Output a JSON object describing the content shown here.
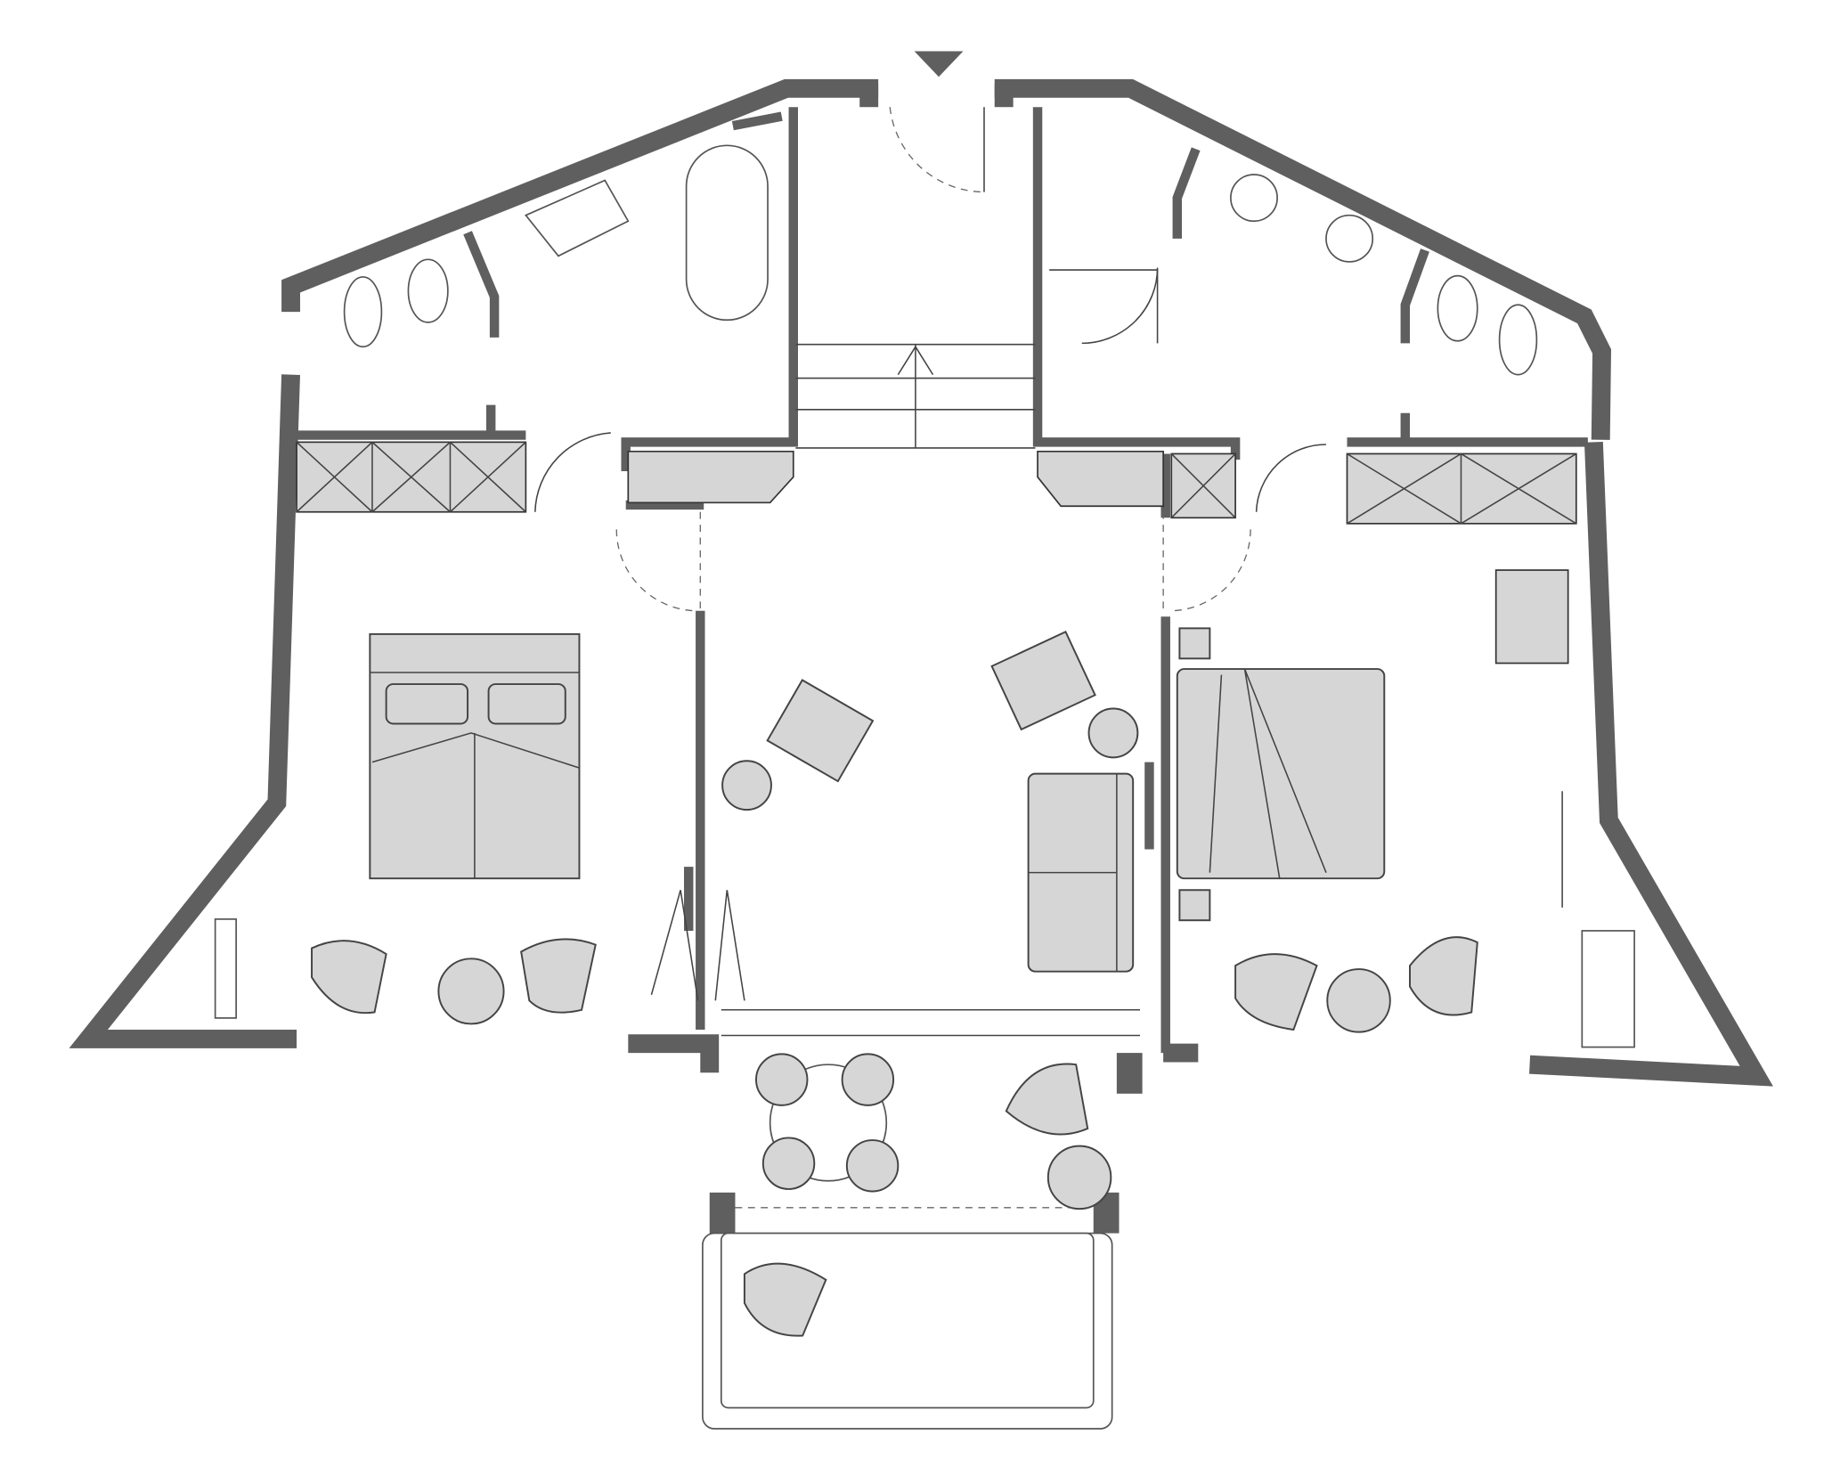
{
  "colors": {
    "wall": "#5f5f5f",
    "furniture": "#d6d6d6",
    "background": "#ffffff",
    "line": "#444444"
  },
  "plan": {
    "entrance_marker": "triangle-down",
    "rooms": [
      "left-bedroom",
      "left-bathroom",
      "stair-hall",
      "living-room",
      "right-bathroom",
      "right-bedroom",
      "terrace",
      "balcony"
    ]
  }
}
